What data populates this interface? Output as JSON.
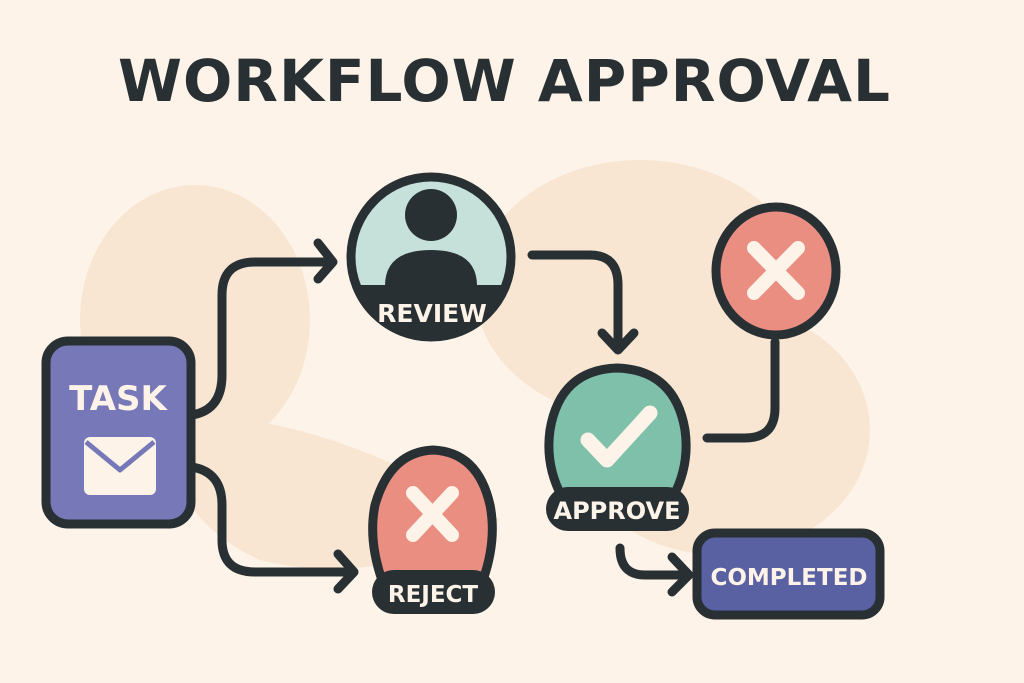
{
  "title": "WORKFLOW APPROVAL",
  "nodes": {
    "task": {
      "label": "TASK",
      "icon": "envelope-icon",
      "fill": "#7678b8"
    },
    "review": {
      "label": "REVIEW",
      "icon": "person-icon",
      "fill": "#c5e1da"
    },
    "approve": {
      "label": "APPROVE",
      "icon": "checkmark-icon",
      "fill": "#7ec0aa"
    },
    "reject": {
      "label": "REJECT",
      "icon": "x-icon",
      "fill": "#ea8e82"
    },
    "reject_top": {
      "label": "",
      "icon": "x-icon",
      "fill": "#ea8e82"
    },
    "completed": {
      "label": "COMPLETED",
      "fill": "#5a61a3"
    }
  },
  "colors": {
    "background": "#fdf3e8",
    "blob": "#f8e6d2",
    "stroke": "#283034",
    "light_text": "#fdf3e8"
  },
  "edges": [
    {
      "from": "task",
      "to": "review"
    },
    {
      "from": "task",
      "to": "reject"
    },
    {
      "from": "review",
      "to": "approve"
    },
    {
      "from": "approve",
      "to": "reject_top"
    },
    {
      "from": "approve",
      "to": "completed"
    }
  ]
}
